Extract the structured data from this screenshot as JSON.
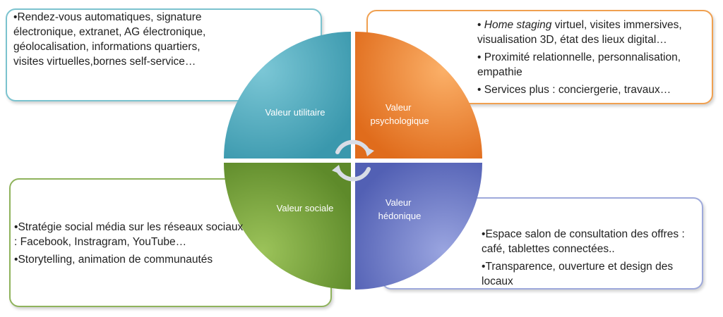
{
  "quadrants": {
    "utilitaire": {
      "label": [
        "Valeur utilitaire"
      ],
      "color": "#4bacc6"
    },
    "psychologique": {
      "label": [
        "Valeur",
        "psychologique"
      ],
      "color": "#f79646"
    },
    "sociale": {
      "label": [
        "Valeur sociale"
      ],
      "color": "#77a23d"
    },
    "hedonique": {
      "label": [
        "Valeur",
        "hédonique"
      ],
      "color": "#6f7fc8"
    }
  },
  "boxes": {
    "top_left": {
      "bullets": [
        "Rendez-vous automatiques, signature électronique, extranet, AG électronique, géolocalisation, informations quartiers, visites virtuelles,bornes self-service…"
      ]
    },
    "top_right": {
      "bullet1_italic": "Home staging",
      "bullet1_rest": " virtuel, visites immersives, visualisation 3D, état des lieux digital…",
      "bullets": [
        "Proximité relationnelle, personnalisation, empathie",
        "Services plus : conciergerie, travaux…"
      ]
    },
    "bottom_left": {
      "bullets": [
        "Stratégie social média sur les réseaux sociaux : Facebook, Instragram, YouTube…",
        "Storytelling, animation de communautés"
      ]
    },
    "bottom_right": {
      "bullets": [
        "Espace salon de consultation des offres : café, tablettes connectées..",
        "Transparence, ouverture et design des locaux"
      ]
    }
  },
  "bullet_char": "•"
}
